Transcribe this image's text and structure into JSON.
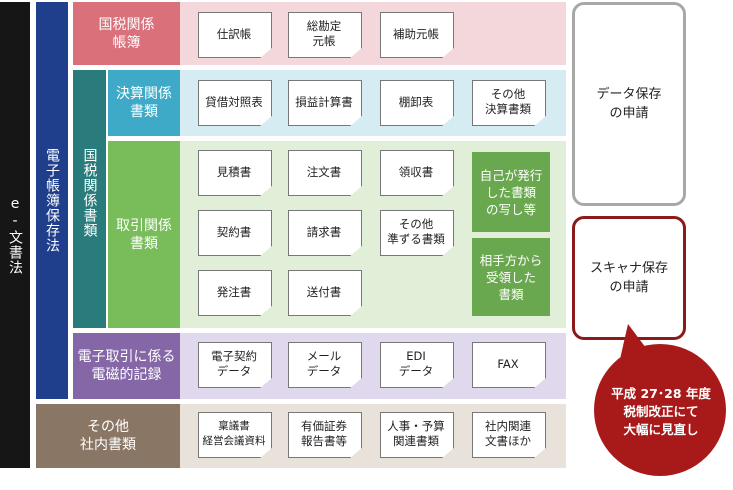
{
  "colors": {
    "black_bar": "#161616",
    "blue_bar": "#1f3e8c",
    "teal_bar": "#2a7b7c",
    "tax_books_label": "#d9707a",
    "tax_books_band": "#f4d7da",
    "settlement_label": "#3eaac8",
    "settlement_band": "#d6ecf3",
    "transaction_label": "#78bd5a",
    "transaction_band": "#e2efd8",
    "electronic_label": "#8567a8",
    "electronic_band": "#e0d8ec",
    "other_label": "#8a7664",
    "other_band": "#e8e2da",
    "gray_box_border": "#a8a8a8",
    "red_box_border": "#8b1a1a",
    "red_bubble": "#a81a1a"
  },
  "left_bar": {
    "label": "e-文書法"
  },
  "blue_bar": {
    "label": "電子帳簿保存法"
  },
  "teal_bar": {
    "label": "国税関係書類"
  },
  "rows": {
    "tax_books": {
      "label": "国税関係\n帳簿",
      "docs": [
        "仕訳帳",
        "総勘定\n元帳",
        "補助元帳"
      ]
    },
    "settlement": {
      "label": "決算関係\n書類",
      "docs": [
        "貸借対照表",
        "損益計算書",
        "棚卸表",
        "その他\n決算書類"
      ]
    },
    "transaction": {
      "label": "取引関係\n書類",
      "docs_row1": [
        "見積書",
        "注文書",
        "領収書"
      ],
      "docs_row2": [
        "契約書",
        "請求書",
        "その他\n準ずる書類"
      ],
      "docs_row3": [
        "発注書",
        "送付書"
      ],
      "green_boxes": [
        "自己が発行\nした書類\nの写し等",
        "相手方から\n受領した\n書類"
      ]
    },
    "electronic": {
      "label": "電子取引に係る\n電磁的記録",
      "docs": [
        "電子契約\nデータ",
        "メール\nデータ",
        "EDI\nデータ",
        "FAX"
      ]
    },
    "other": {
      "label": "その他\n社内書類",
      "docs": [
        "稟議書\n経営会議資料",
        "有価証券\n報告書等",
        "人事・予算\n関連書類",
        "社内関連\n文書ほか"
      ]
    }
  },
  "right": {
    "data_box": "データ保存\nの申請",
    "scanner_box": "スキャナ保存\nの申請",
    "bubble": "平成 27･28 年度\n税制改正にて\n大幅に見直し"
  }
}
